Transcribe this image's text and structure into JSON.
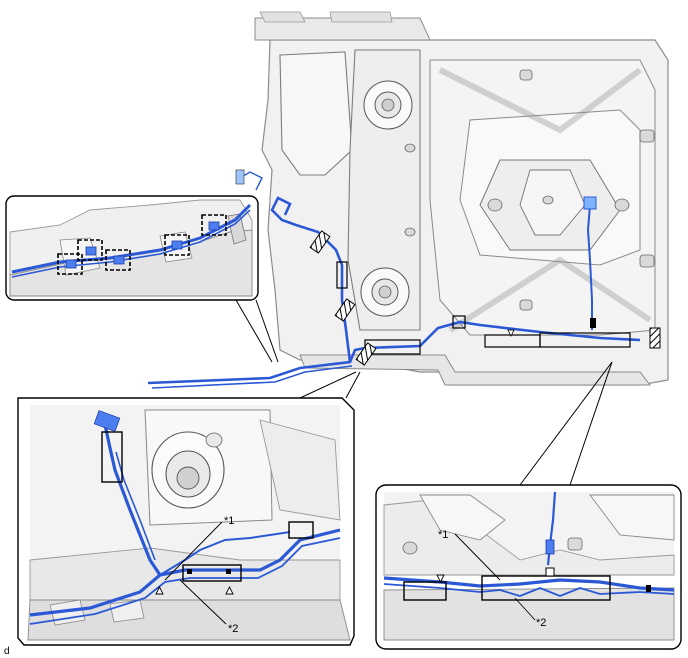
{
  "figure": {
    "corner_code": "d",
    "callouts": {
      "bottom_left": {
        "label_1": "*1",
        "label_2": "*2"
      },
      "bottom_right": {
        "label_1": "*1",
        "label_2": "*2"
      }
    }
  },
  "colors": {
    "harness": "#2b59d6",
    "harness_dark": "#1b3fa8",
    "panel_fill": "#ececec",
    "panel_edge": "#9a9a9a",
    "outline": "#000000"
  }
}
